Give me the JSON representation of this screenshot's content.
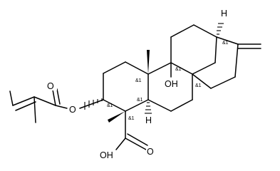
{
  "molecule": {
    "atom_labels": {
      "ester_carbonyl_o": "O",
      "ester_o": "O",
      "oh": "OH",
      "cooh": "OH",
      "acid_carbonyl_o": "O",
      "h_c5": "H",
      "h_c13": "H"
    },
    "stereo_labels": {
      "c3": "&1",
      "c4": "&1",
      "c5": "&1",
      "c8": "&1",
      "c9": "&1",
      "c10": "&1",
      "c13": "&1"
    },
    "colors": {
      "ink": "#000000",
      "background": "#ffffff"
    }
  }
}
